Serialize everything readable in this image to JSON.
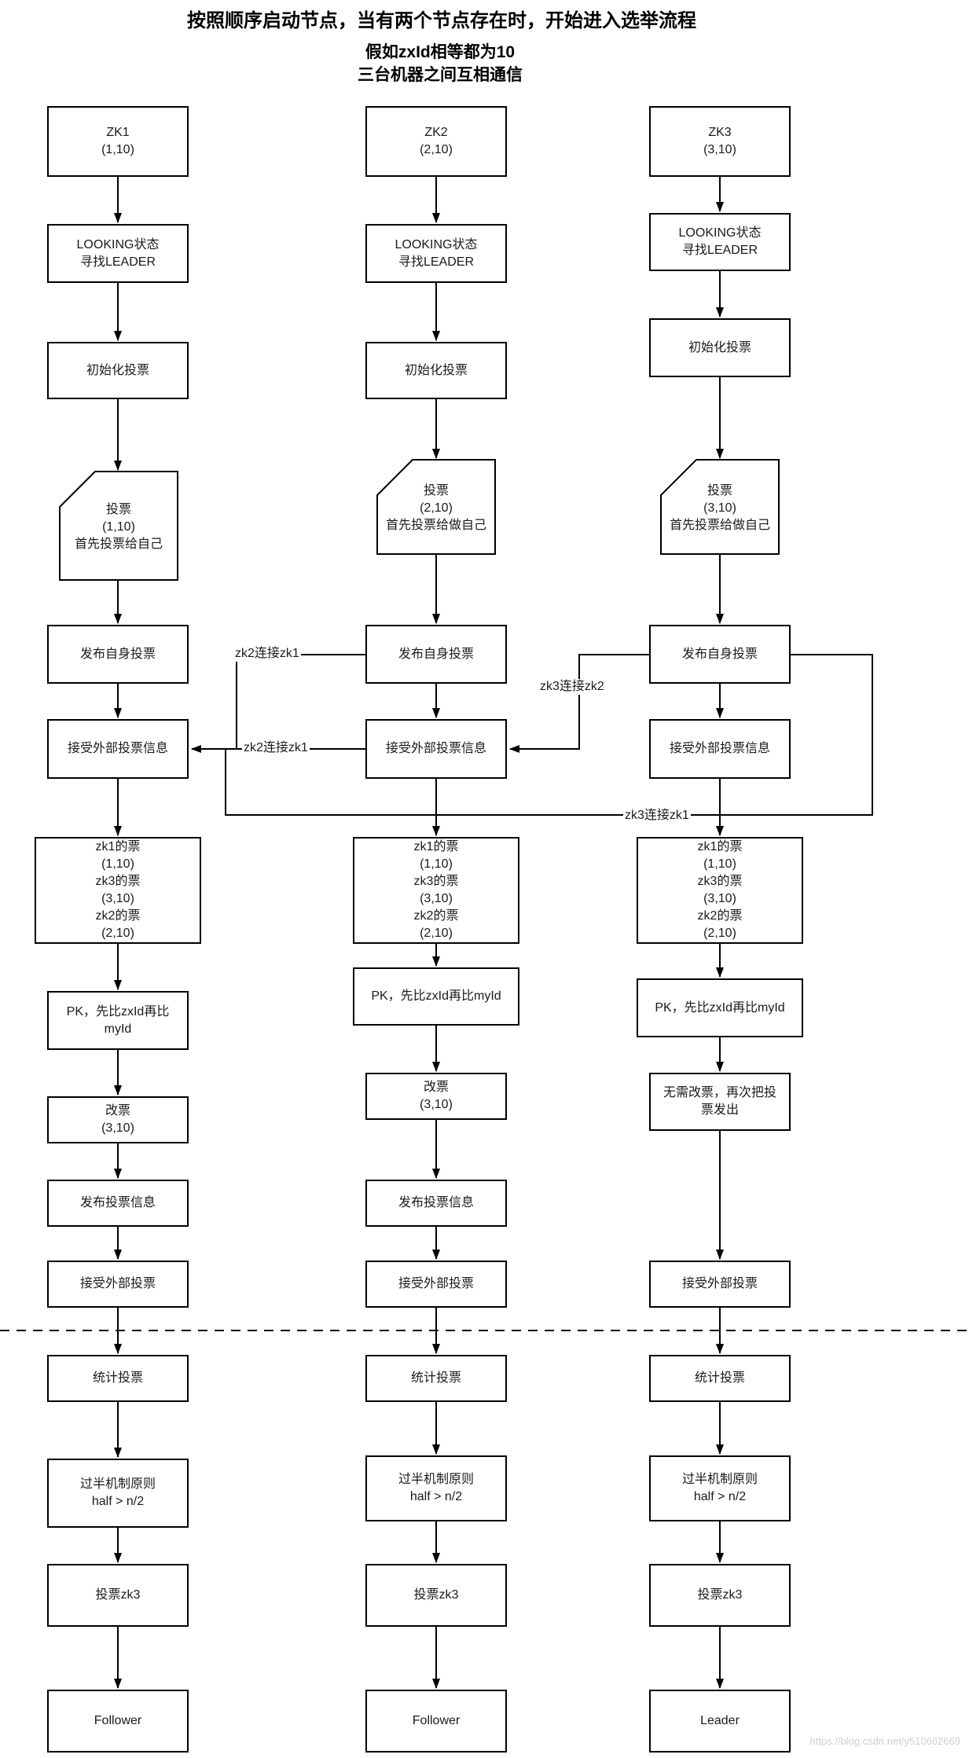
{
  "page": {
    "title": "按照顺序启动节点，当有两个节点存在时，开始进入选举流程",
    "subtitle_line1": "假如zxId相等都为10",
    "subtitle_line2": "三台机器之间互相通信",
    "watermark": "https://blog.csdn.net/y510662669"
  },
  "edge_labels": {
    "zk2_to_zk1_publish": "zk2连接zk1",
    "zk2_to_zk1_receive": "zk2连接zk1",
    "zk3_to_zk2": "zk3连接zk2",
    "zk3_to_zk1": "zk3连接zk1"
  },
  "columns": [
    {
      "id": "zk1",
      "nodes": {
        "start": "ZK1\n(1,10)",
        "looking": "LOOKING状态\n寻找LEADER",
        "init_vote": "初始化投票",
        "vote_card": "投票\n(1,10)\n首先投票给自己",
        "publish_own_vote": "发布自身投票",
        "receive_external_info": "接受外部投票信息",
        "votes": "zk1的票\n(1,10)\nzk3的票\n(3,10)\nzk2的票\n(2,10)",
        "pk": "PK，先比zxId再比\nmyId",
        "change_vote": "改票\n(3,10)",
        "publish_vote_info": "发布投票信息",
        "receive_external_vote": "接受外部投票",
        "count_votes": "统计投票",
        "half_rule": "过半机制原则\nhalf > n/2",
        "vote_zk3": "投票zk3",
        "result": "Follower"
      }
    },
    {
      "id": "zk2",
      "nodes": {
        "start": "ZK2\n(2,10)",
        "looking": "LOOKING状态\n寻找LEADER",
        "init_vote": "初始化投票",
        "vote_card": "投票\n(2,10)\n首先投票给做自己",
        "publish_own_vote": "发布自身投票",
        "receive_external_info": "接受外部投票信息",
        "votes": "zk1的票\n(1,10)\nzk3的票\n(3,10)\nzk2的票\n(2,10)",
        "pk": "PK，先比zxId再比myId",
        "change_vote": "改票\n(3,10)",
        "publish_vote_info": "发布投票信息",
        "receive_external_vote": "接受外部投票",
        "count_votes": "统计投票",
        "half_rule": "过半机制原则\nhalf > n/2",
        "vote_zk3": "投票zk3",
        "result": "Follower"
      }
    },
    {
      "id": "zk3",
      "nodes": {
        "start": "ZK3\n(3,10)",
        "looking": "LOOKING状态\n寻找LEADER",
        "init_vote": "初始化投票",
        "vote_card": "投票\n(3,10)\n首先投票给做自己",
        "publish_own_vote": "发布自身投票",
        "receive_external_info": "接受外部投票信息",
        "votes": "zk1的票\n(1,10)\nzk3的票\n(3,10)\nzk2的票\n(2,10)",
        "pk": "PK，先比zxId再比myId",
        "no_change_vote": "无需改票，再次把投\n票发出",
        "receive_external_vote": "接受外部投票",
        "count_votes": "统计投票",
        "half_rule": "过半机制原则\nhalf > n/2",
        "vote_zk3": "投票zk3",
        "result": "Leader"
      }
    }
  ]
}
